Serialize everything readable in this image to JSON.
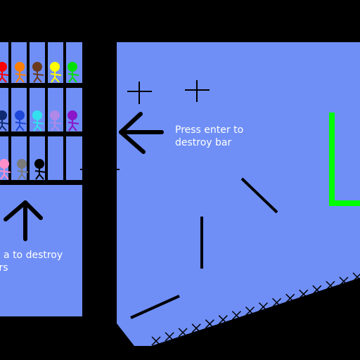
{
  "hints": {
    "bar_line1": "Press enter to",
    "bar_line2": "destroy bar",
    "cage_line1": "ss a to destroy",
    "cage_line2": "lers"
  },
  "colors": {
    "background": "#000000",
    "room": "#6f8ff7",
    "cage_panel": "#6f8ff7",
    "cage_bars": "#000000",
    "goal_marker": "#00ff00",
    "arrows": "#000000",
    "debris": "#000000",
    "text": "#ffffff"
  },
  "prisoners": [
    {
      "row": 1,
      "color": "#ff0000"
    },
    {
      "row": 1,
      "color": "#ff7f00"
    },
    {
      "row": 1,
      "color": "#6b3a1e"
    },
    {
      "row": 1,
      "color": "#ffff00"
    },
    {
      "row": 1,
      "color": "#00e000"
    },
    {
      "row": 2,
      "color": "#102a70"
    },
    {
      "row": 2,
      "color": "#1e46d8"
    },
    {
      "row": 2,
      "color": "#33e0ee"
    },
    {
      "row": 2,
      "color": "#b088e8"
    },
    {
      "row": 2,
      "color": "#8a16c8"
    },
    {
      "row": 3,
      "color": "#ff8ec9"
    },
    {
      "row": 3,
      "color": "#7a7a7a"
    },
    {
      "row": 3,
      "color": "#000000"
    }
  ]
}
